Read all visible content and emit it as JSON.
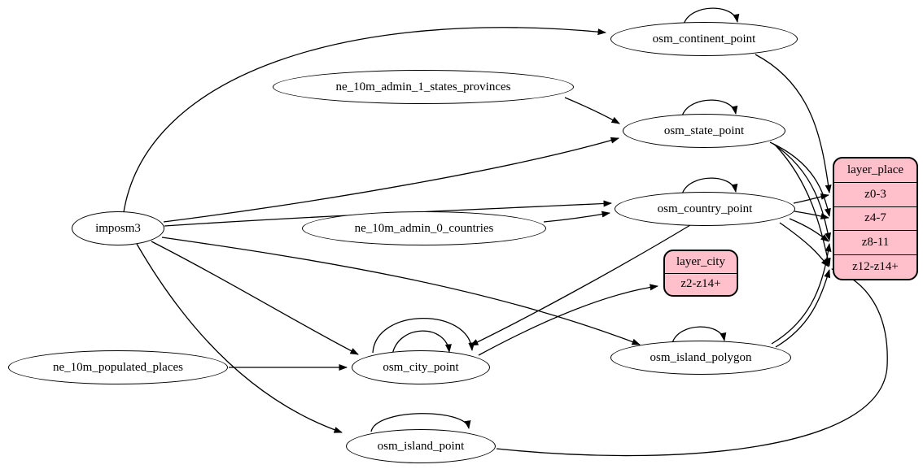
{
  "diagram": {
    "kind": "dependency-graph",
    "background_color": "#ffffff",
    "table_node_fill": "#ffffff",
    "layer_node_fill": "#ffc0cb",
    "stroke_color": "#000000",
    "ellipse_nodes": [
      {
        "id": "imposm3",
        "label": "imposm3"
      },
      {
        "id": "ne_10m_populated_places",
        "label": "ne_10m_populated_places"
      },
      {
        "id": "ne_10m_admin_1_states_provinces",
        "label": "ne_10m_admin_1_states_provinces"
      },
      {
        "id": "ne_10m_admin_0_countries",
        "label": "ne_10m_admin_0_countries"
      },
      {
        "id": "osm_continent_point",
        "label": "osm_continent_point"
      },
      {
        "id": "osm_state_point",
        "label": "osm_state_point"
      },
      {
        "id": "osm_country_point",
        "label": "osm_country_point"
      },
      {
        "id": "osm_city_point",
        "label": "osm_city_point"
      },
      {
        "id": "osm_island_polygon",
        "label": "osm_island_polygon"
      },
      {
        "id": "osm_island_point",
        "label": "osm_island_point"
      }
    ],
    "record_nodes": [
      {
        "id": "layer_place",
        "rows": [
          "layer_place",
          "z0-3",
          "z4-7",
          "z8-11",
          "z12-z14+"
        ]
      },
      {
        "id": "layer_city",
        "rows": [
          "layer_city",
          "z2-z14+"
        ]
      }
    ],
    "edges": [
      {
        "from": "imposm3",
        "to": "osm_continent_point"
      },
      {
        "from": "imposm3",
        "to": "osm_state_point"
      },
      {
        "from": "imposm3",
        "to": "osm_country_point"
      },
      {
        "from": "imposm3",
        "to": "osm_city_point"
      },
      {
        "from": "imposm3",
        "to": "osm_island_polygon"
      },
      {
        "from": "imposm3",
        "to": "osm_island_point"
      },
      {
        "from": "ne_10m_admin_1_states_provinces",
        "to": "osm_state_point"
      },
      {
        "from": "ne_10m_admin_0_countries",
        "to": "osm_country_point"
      },
      {
        "from": "ne_10m_populated_places",
        "to": "osm_city_point"
      },
      {
        "from": "osm_continent_point",
        "to": "osm_continent_point",
        "self_loop": true
      },
      {
        "from": "osm_state_point",
        "to": "osm_state_point",
        "self_loop": true
      },
      {
        "from": "osm_country_point",
        "to": "osm_country_point",
        "self_loop": true
      },
      {
        "from": "osm_city_point",
        "to": "osm_city_point",
        "self_loop": true
      },
      {
        "from": "osm_city_point",
        "to": "osm_city_point",
        "self_loop": true
      },
      {
        "from": "osm_island_polygon",
        "to": "osm_island_polygon",
        "self_loop": true
      },
      {
        "from": "osm_island_point",
        "to": "osm_island_point",
        "self_loop": true
      },
      {
        "from": "osm_country_point",
        "to": "osm_city_point"
      },
      {
        "from": "osm_city_point",
        "to": "layer_city:z2-z14+"
      },
      {
        "from": "osm_continent_point",
        "to": "layer_place:z0-3"
      },
      {
        "from": "osm_country_point",
        "to": "layer_place:z0-3"
      },
      {
        "from": "osm_state_point",
        "to": "layer_place:z4-7"
      },
      {
        "from": "osm_country_point",
        "to": "layer_place:z4-7"
      },
      {
        "from": "osm_state_point",
        "to": "layer_place:z8-11"
      },
      {
        "from": "osm_country_point",
        "to": "layer_place:z8-11"
      },
      {
        "from": "osm_island_polygon",
        "to": "layer_place:z8-11"
      },
      {
        "from": "osm_state_point",
        "to": "layer_place:z12-z14+"
      },
      {
        "from": "osm_country_point",
        "to": "layer_place:z12-z14+"
      },
      {
        "from": "osm_island_polygon",
        "to": "layer_place:z12-z14+"
      },
      {
        "from": "osm_island_point",
        "to": "layer_place:z12-z14+"
      }
    ]
  }
}
